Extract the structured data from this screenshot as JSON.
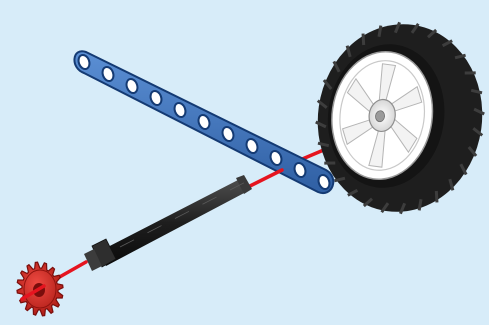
{
  "scene": {
    "background_color": "#d7ecf9",
    "assembly_line_color": "#e5141f",
    "parts": [
      {
        "name": "wheel",
        "tire_color": "#1e1e1e",
        "rim_color": "#ffffff",
        "hub_color": "#e9e9e9"
      },
      {
        "name": "beam",
        "color": "#3a6fb6",
        "outline_color": "#143a73",
        "hole_count": 11
      },
      {
        "name": "axle",
        "color": "#2a2a2a"
      },
      {
        "name": "gear",
        "color": "#d22a24",
        "outline_color": "#7a0e0c",
        "tooth_count": 16
      }
    ]
  }
}
